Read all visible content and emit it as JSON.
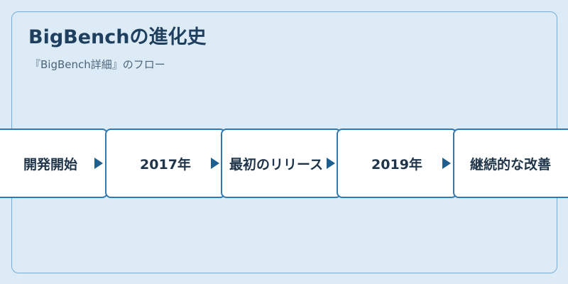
{
  "diagram": {
    "title": "BigBenchの進化史",
    "subtitle": "『BigBench詳細』のフロー",
    "steps": [
      {
        "label": "開発開始"
      },
      {
        "label": "2017年"
      },
      {
        "label": "最初のリリース"
      },
      {
        "label": "2019年"
      },
      {
        "label": "継続的な改善"
      }
    ]
  },
  "colors": {
    "background": "#dcebf6",
    "panel_border": "#78aed3",
    "node_border": "#2f79b0",
    "arrow": "#1f5f8f",
    "title": "#1f3f5e"
  }
}
